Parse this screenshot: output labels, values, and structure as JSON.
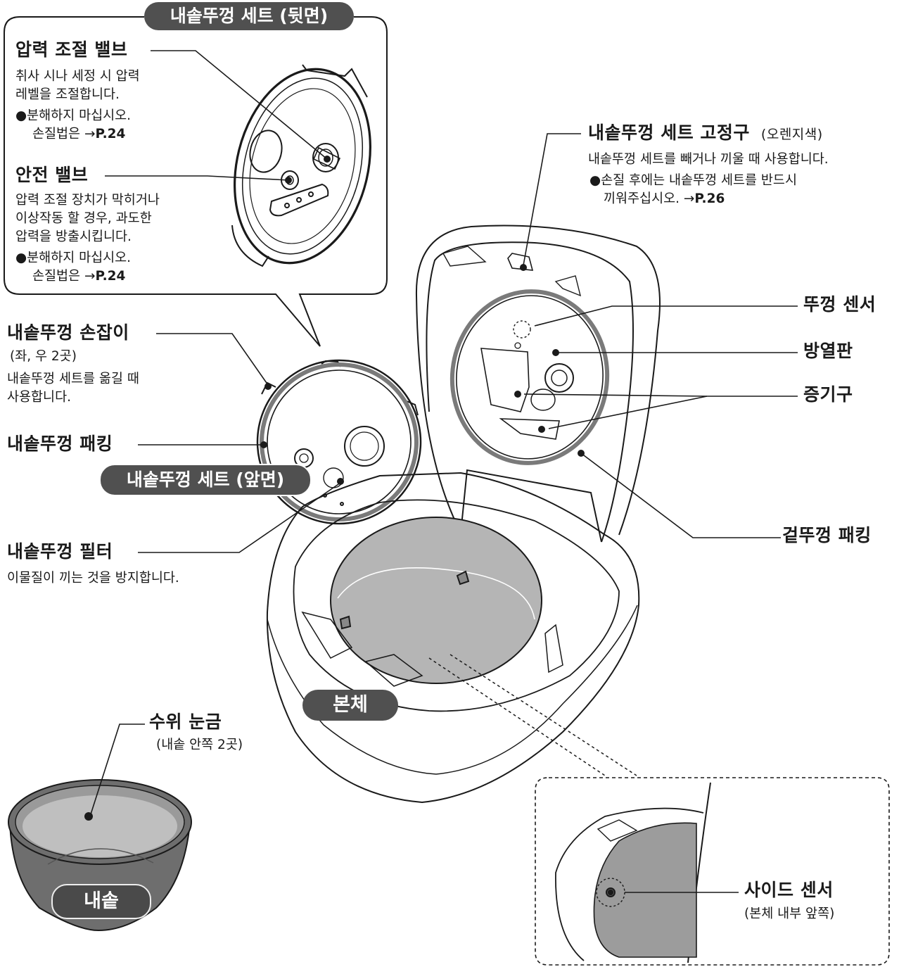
{
  "back_panel": {
    "pill": "내솥뚜껑 세트 (뒷면)",
    "pressure_valve": {
      "title": "압력 조절 밸브",
      "desc1": "취사 시나 세정 시 압력",
      "desc2": "레벨을 조절합니다.",
      "note1": "●분해하지 마십시오.",
      "note2_prefix": "손질법은 →",
      "note2_ref": "P.24"
    },
    "safety_valve": {
      "title": "안전 밸브",
      "desc1": "압력 조절 장치가 막히거나",
      "desc2": "이상작동 할 경우, 과도한",
      "desc3": "압력을 방출시킵니다.",
      "note1": "●분해하지 마십시오.",
      "note2_prefix": "손질법은 →",
      "note2_ref": "P.24"
    }
  },
  "left_labels": {
    "handle": {
      "title": "내솥뚜껑 손잡이",
      "sub": "(좌, 우 2곳)",
      "desc1": "내솥뚜껑 세트를 옮길 때",
      "desc2": "사용합니다."
    },
    "packing": {
      "title": "내솥뚜껑 패킹"
    },
    "front_pill": "내솥뚜껑 세트 (앞면)",
    "filter": {
      "title": "내솥뚜껑 필터",
      "desc": "이물질이 끼는 것을 방지합니다."
    }
  },
  "right_labels": {
    "fixture": {
      "title": "내솥뚜껑 세트 고정구",
      "color": "(오렌지색)",
      "desc": "내솥뚜껑 세트를 빼거나 끼울 때 사용합니다.",
      "note1": "●손질 후에는 내솥뚜껑 세트를 반드시",
      "note2_prefix": "끼워주십시오. →",
      "note2_ref": "P.26"
    },
    "lid_sensor": "뚜껑 센서",
    "heat_plate": "방열판",
    "steam_vent": "증기구",
    "outer_packing": "겉뚜껑 패킹"
  },
  "body_pill": "본체",
  "water_level": {
    "title": "수위 눈금",
    "sub": "(내솥 안쪽 2곳)"
  },
  "inner_pot_pill": "내솥",
  "side_sensor": {
    "title": "사이드 센서",
    "sub": "(본체 내부 앞쪽)"
  },
  "colors": {
    "line": "#1a1a1a",
    "pill": "#505050",
    "pot": "#6e6e6e",
    "pot_inner": "#bfbfbf",
    "text": "#1a1a1a"
  }
}
